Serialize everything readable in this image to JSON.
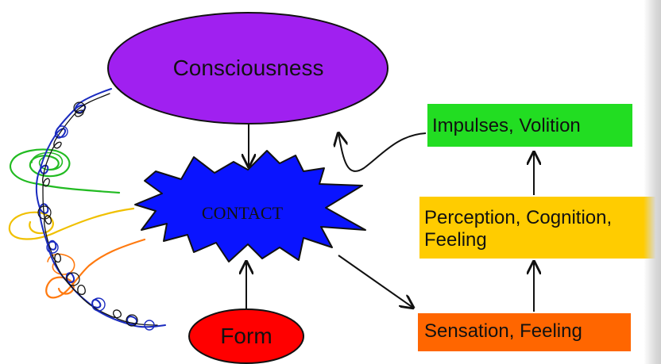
{
  "nodes": {
    "consciousness": {
      "label": "Consciousness",
      "color": "#a020f0"
    },
    "contact": {
      "label": "CONTACT",
      "color": "#0a14ff"
    },
    "form": {
      "label": "Form",
      "color": "#ff0000"
    },
    "impulses": {
      "label": "Impulses, Volition",
      "color": "#22dd22"
    },
    "perception": {
      "label": "Perception, Cognition, Feeling",
      "color": "#ffcc00"
    },
    "sensation": {
      "label": "Sensation, Feeling",
      "color": "#ff6600"
    }
  },
  "colors": {
    "spiral_blue": "#1a2bbf",
    "spiral_dark": "#111111",
    "loop_green": "#22bb22",
    "loop_yellow": "#f0c000",
    "loop_orange": "#ff7a10"
  }
}
